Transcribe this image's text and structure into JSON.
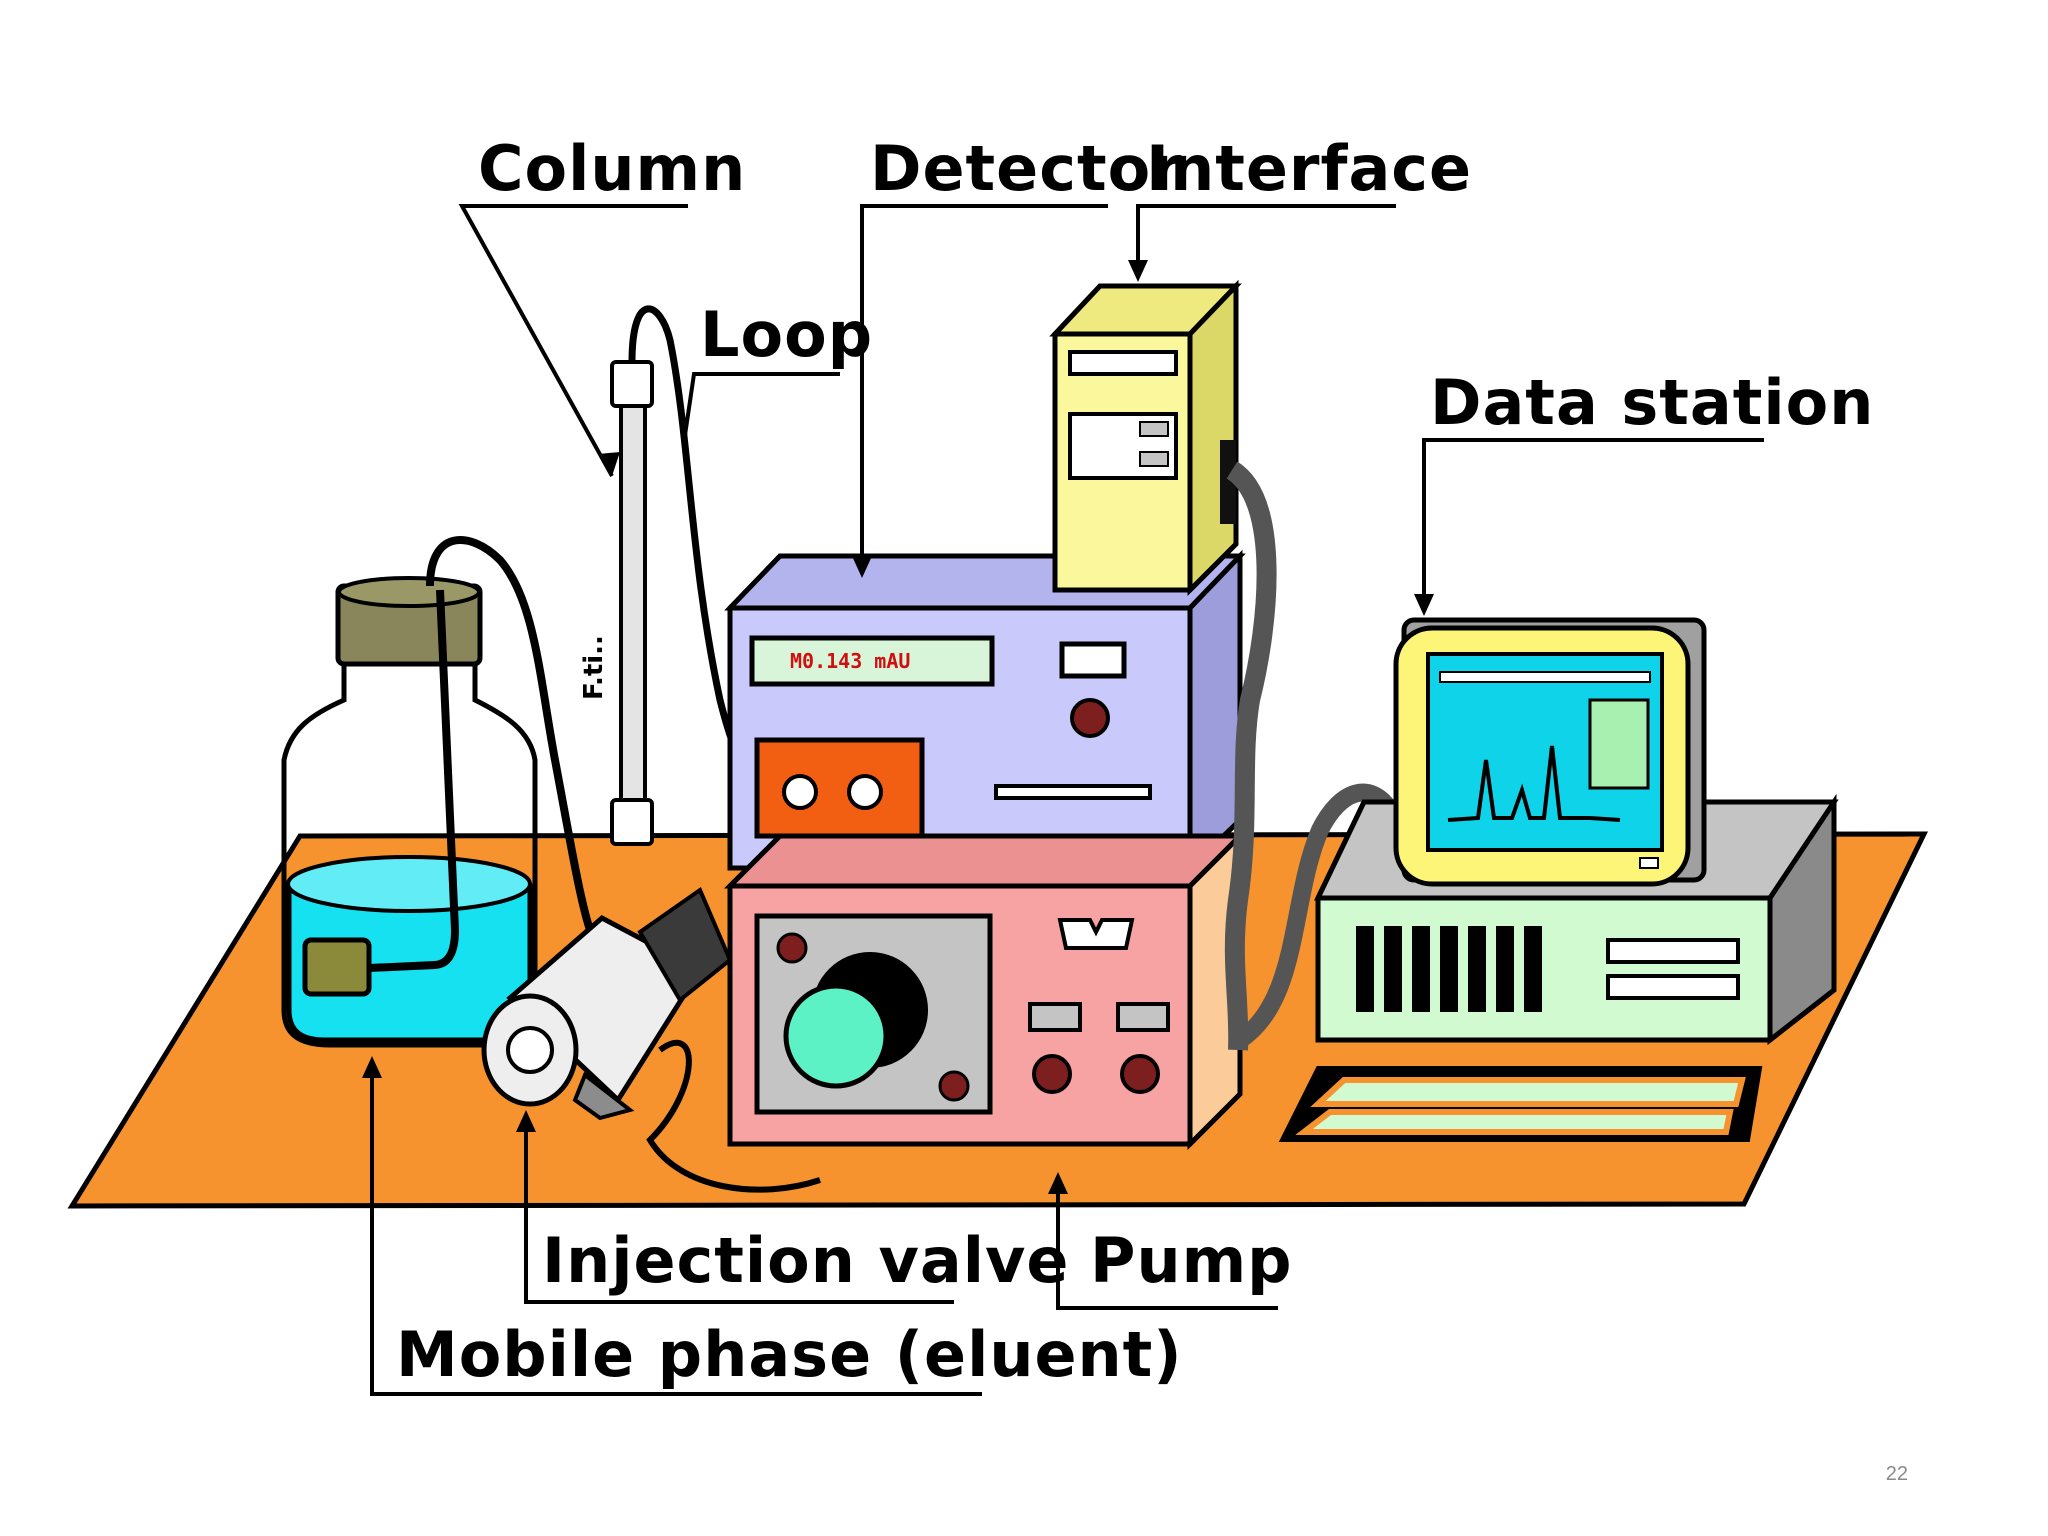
{
  "labels": {
    "column": "Column",
    "detector": "Detector",
    "interface": "Interface",
    "loop": "Loop",
    "data_station": "Data station",
    "injection_valve": "Injection valve",
    "pump": "Pump",
    "mobile_phase": "Mobile phase (eluent)"
  },
  "page_number": "22",
  "colors": {
    "bench": "#f7932f",
    "detector": "#c9c9fb",
    "pump": "#f7a3a3",
    "interface": "#fbf79d",
    "monitor_frame": "#fcf577",
    "screen": "#0fd3e8",
    "eluent": "#15e1f0",
    "pump_head": "#5cf2c6",
    "computer": "#d1fad1",
    "detector_panel": "#f25f12"
  }
}
